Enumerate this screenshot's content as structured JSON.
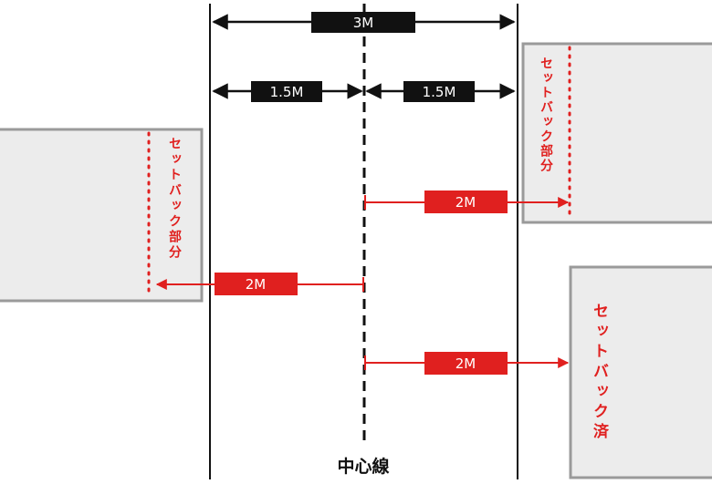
{
  "colors": {
    "black": "#111111",
    "red": "#e0201f",
    "box_fill": "#ececec",
    "box_stroke": "#9a9a9a"
  },
  "dimensions": {
    "total": "3M",
    "left_half": "1.5M",
    "right_half": "1.5M"
  },
  "arrows": {
    "upper_right": "2M",
    "left": "2M",
    "lower_right": "2M"
  },
  "labels": {
    "setback_left": "セットバック部分",
    "setback_right": "セットバック部分",
    "setback_done": "セットバック済",
    "center_line": "中心線"
  }
}
